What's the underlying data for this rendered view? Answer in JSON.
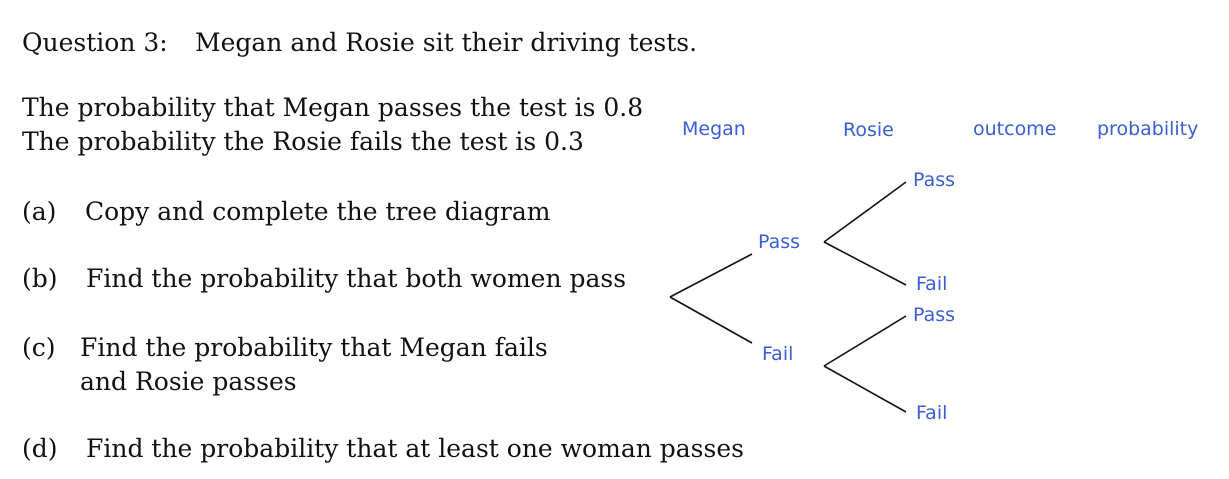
{
  "question": {
    "number": "Question 3:",
    "title": "Megan and Rosie sit their driving tests.",
    "given": [
      "The probability that Megan passes the test is 0.8",
      "The probability the Rosie fails the test is 0.3"
    ],
    "parts": [
      {
        "label": "(a)",
        "text": "Copy and complete the tree diagram"
      },
      {
        "label": "(b)",
        "text": "Find the probability that both women pass"
      },
      {
        "label": "(c)",
        "text": "Find the probability that Megan fails",
        "text2": "and Rosie passes"
      },
      {
        "label": "(d)",
        "text": "Find the probability that at least one woman passes"
      }
    ]
  },
  "tree": {
    "headers": {
      "megan": "Megan",
      "rosie": "Rosie",
      "outcome": "outcome",
      "probability": "probability"
    },
    "megan_pass": "Pass",
    "megan_fail": "Fail",
    "rosie_after_pass": {
      "pass": "Pass",
      "fail": "Fail"
    },
    "rosie_after_fail": {
      "pass": "Pass",
      "fail": "Fail"
    },
    "label_color": "#3a5ed8",
    "line_color": "#111111"
  }
}
